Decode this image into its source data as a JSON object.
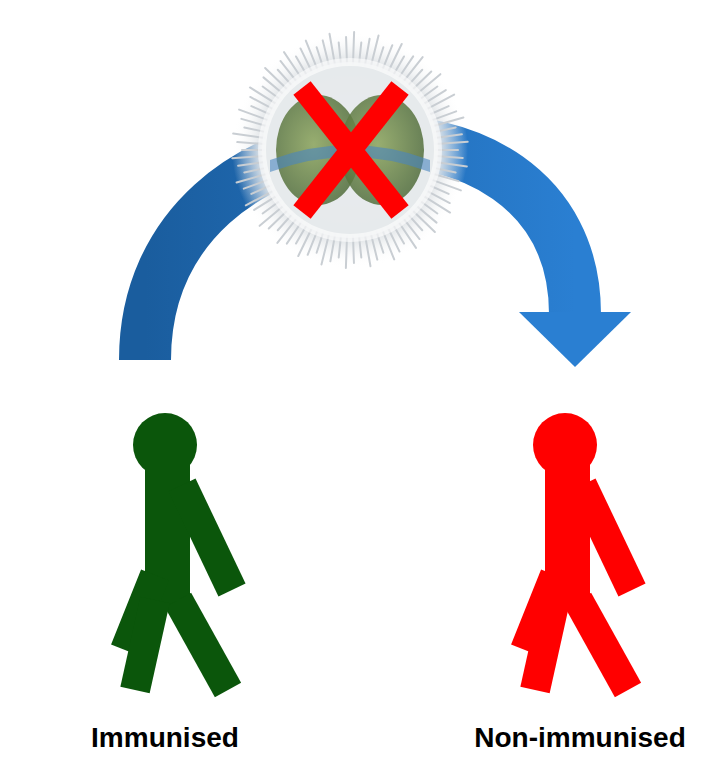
{
  "diagram": {
    "nodes": [
      {
        "text": [
          "Immunised"
        ]
      },
      {
        "text": [
          "Non-immunised"
        ]
      }
    ],
    "edges": [
      {
        "from": 0,
        "to": 1,
        "arrow": "to"
      }
    ]
  }
}
